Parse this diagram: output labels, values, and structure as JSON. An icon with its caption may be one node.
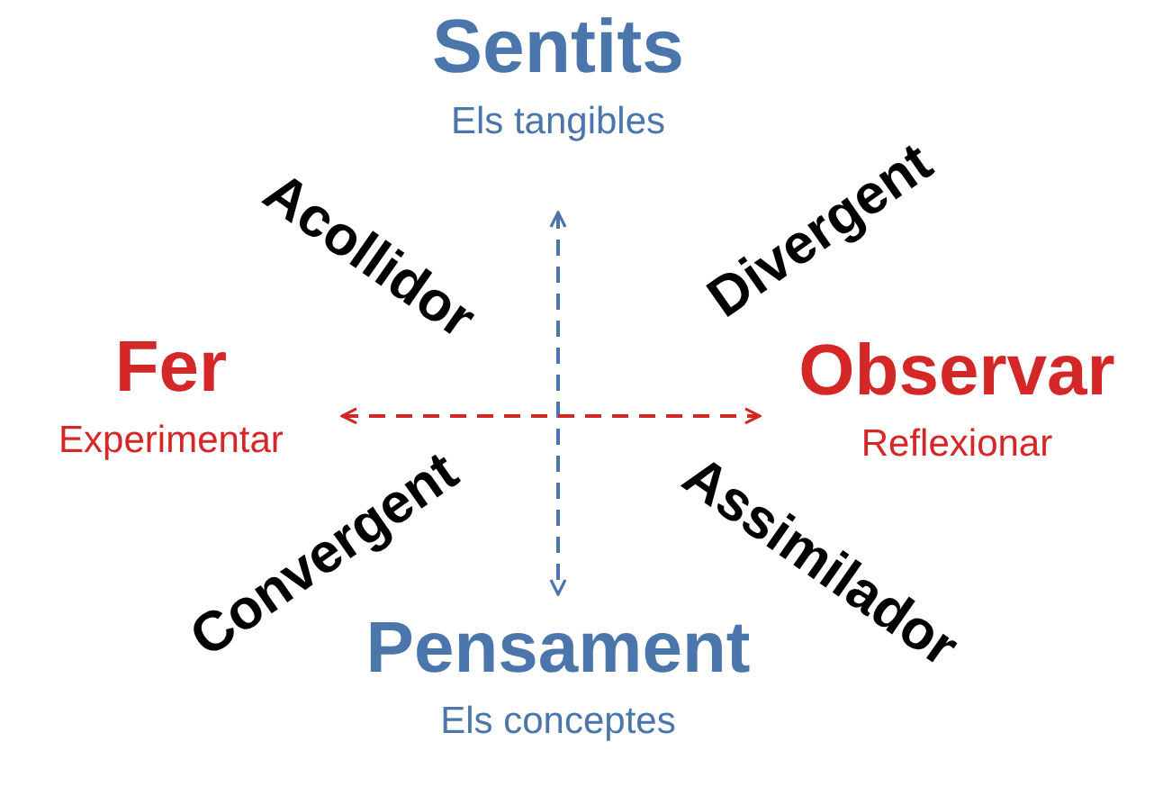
{
  "diagram": {
    "nodes": [
      {
        "text": [
          "Sentits",
          "Els tangibles"
        ]
      },
      {
        "text": [
          "Fer",
          "Experimentar"
        ]
      },
      {
        "text": [
          "Observar",
          "Reflexionar"
        ]
      },
      {
        "text": [
          "Pensament",
          "Els conceptes"
        ]
      }
    ],
    "edges": [
      {
        "from": 0,
        "to": 3,
        "arrow": "both",
        "style": "dashed",
        "color": "#4a76ab"
      },
      {
        "from": 1,
        "to": 2,
        "arrow": "both",
        "style": "dashed",
        "color": "#d42727"
      }
    ],
    "labels": [
      "Acollidor",
      "Divergent",
      "Convergent",
      "Assimilador"
    ]
  }
}
